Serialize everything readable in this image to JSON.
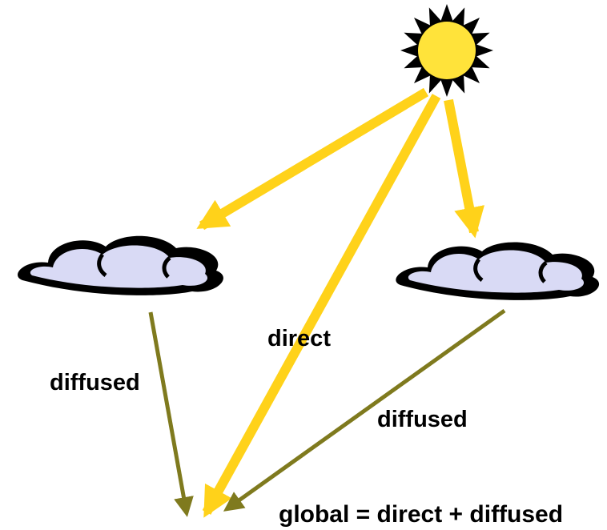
{
  "labels": {
    "direct": "direct",
    "diffused_left": "diffused",
    "diffused_right": "diffused",
    "equation": "global = direct + diffused"
  },
  "colors": {
    "sun_fill": "#ffe33a",
    "ray_yellow": "#ffd21a",
    "diffuse_olive": "#7f7a1e",
    "cloud_fill": "#d9daf5",
    "cloud_outline": "#000000"
  },
  "icons": {
    "sun": "sun-icon",
    "cloud_left": "cloud-icon",
    "cloud_right": "cloud-icon"
  }
}
